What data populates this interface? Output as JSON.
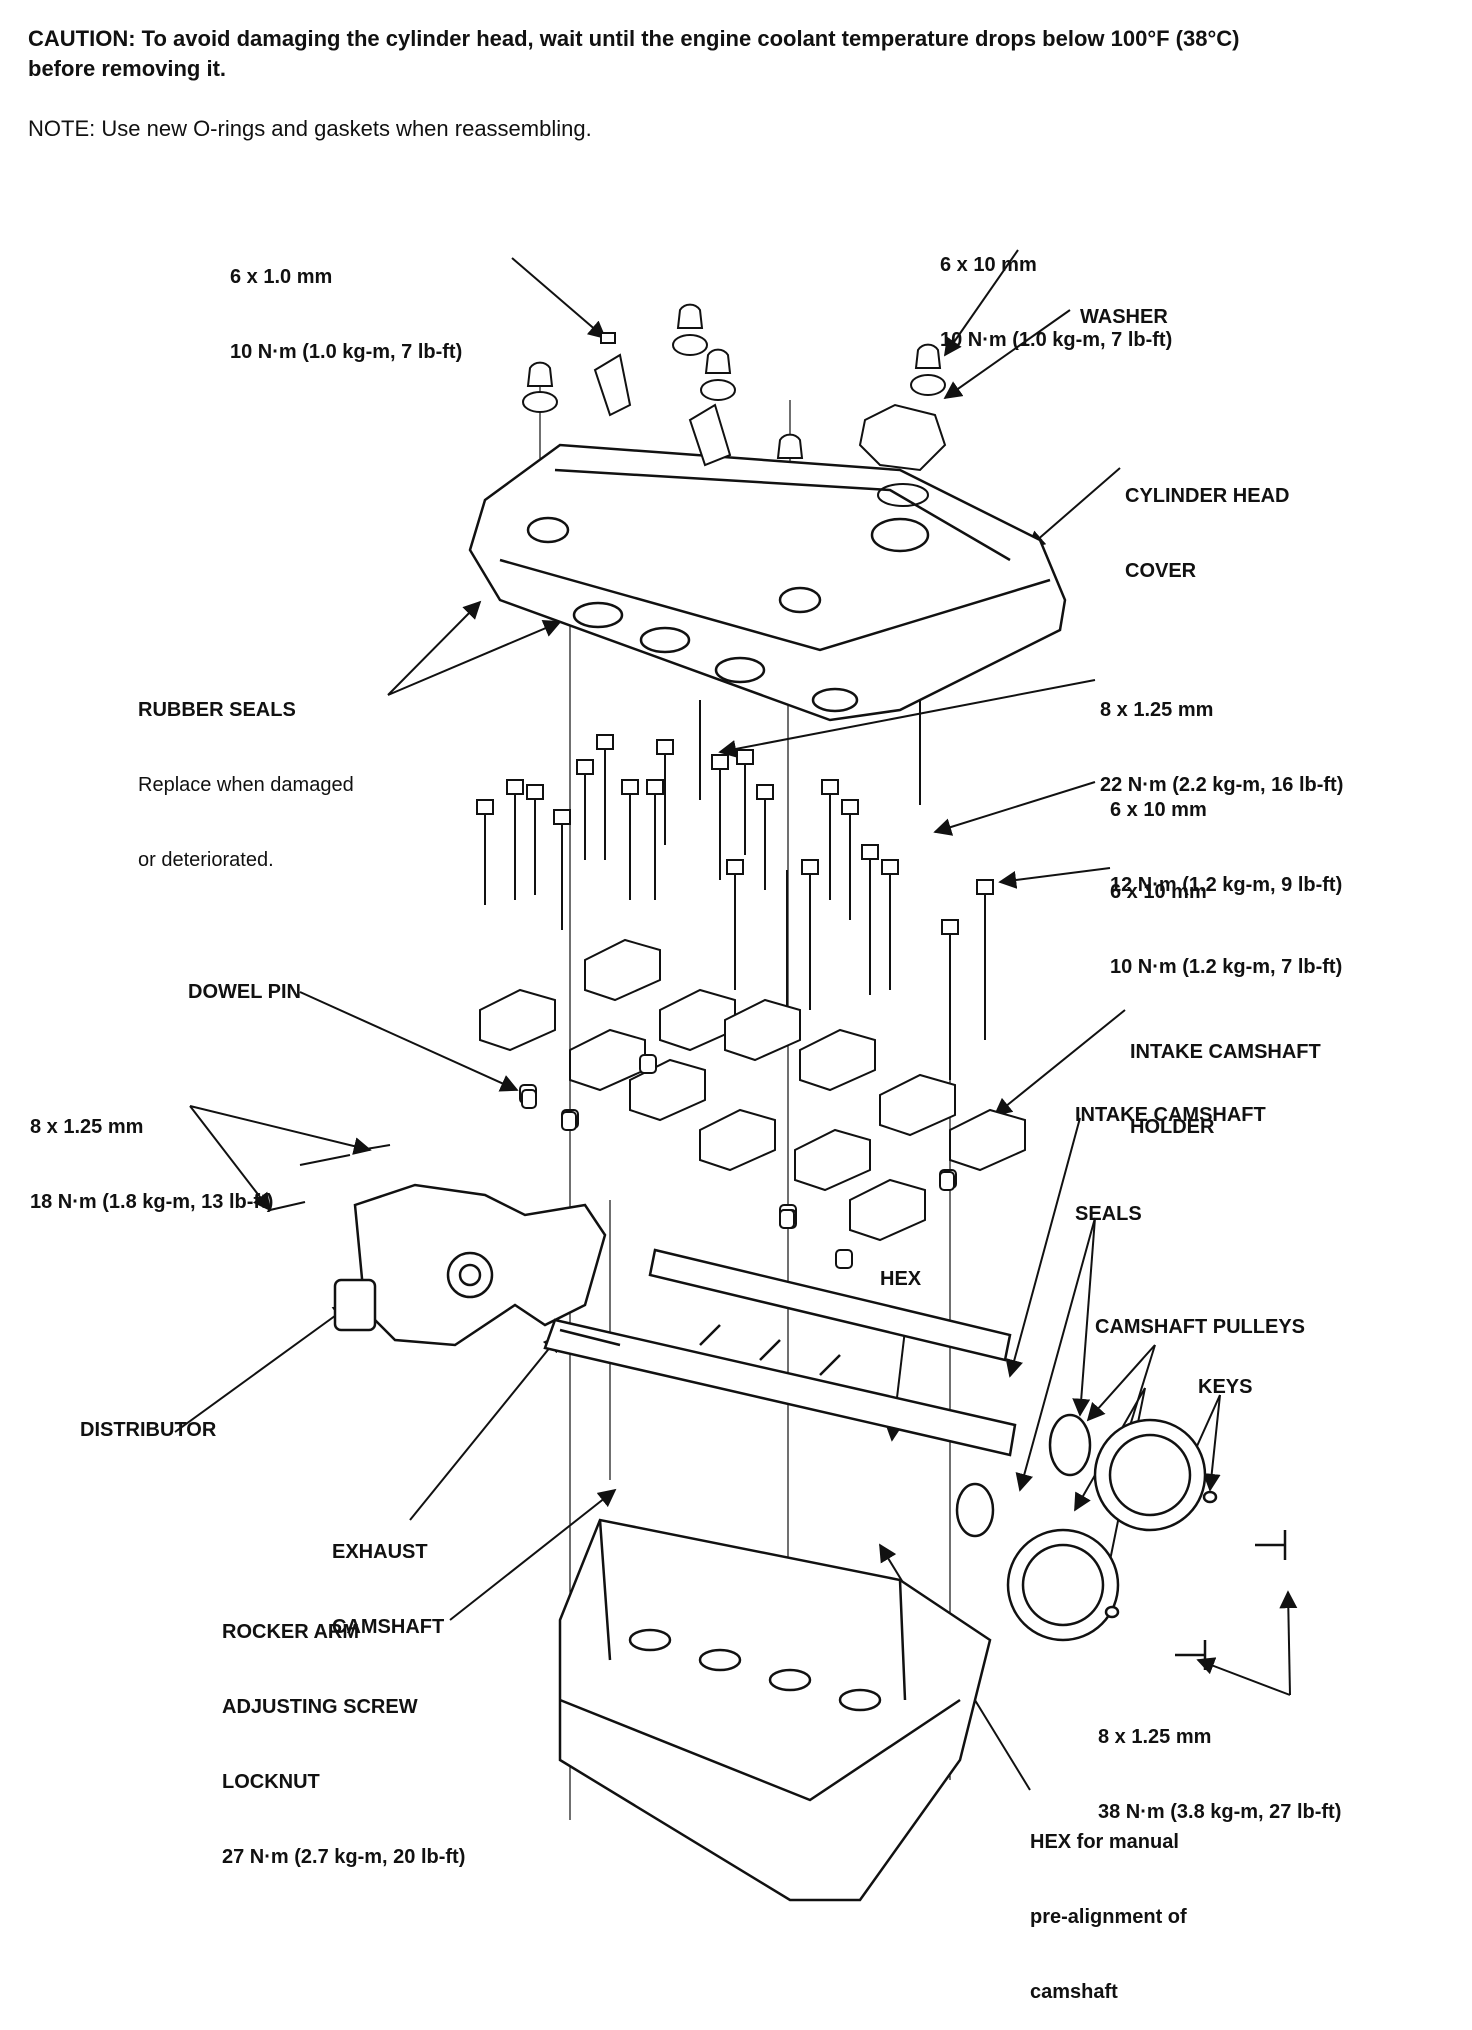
{
  "caution": {
    "prefix": "CAUTION:",
    "text_line1": "To avoid damaging the cylinder head, wait until the engine coolant temperature drops below 100°F (38°C)",
    "text_line2": "before removing it."
  },
  "note": {
    "prefix": "NOTE:",
    "text": "Use new O-rings and gaskets when reassembling."
  },
  "labels": {
    "bolt_6x1": {
      "size": "6 x 1.0 mm",
      "torque": "10 N·m (1.0 kg-m, 7 lb-ft)"
    },
    "bolt_6x10_top": {
      "size": "6 x 10 mm",
      "torque": "10 N·m (1.0 kg-m, 7 lb-ft)"
    },
    "washer": "WASHER",
    "cylinder_head_cover": {
      "line1": "CYLINDER HEAD",
      "line2": "COVER"
    },
    "rubber_seals": {
      "title": "RUBBER SEALS",
      "line1": "Replace when damaged",
      "line2": "or deteriorated."
    },
    "bolt_8x125_22": {
      "size": "8 x 1.25 mm",
      "torque": "22 N·m (2.2 kg-m, 16 lb-ft)"
    },
    "bolt_6x10_12": {
      "size": "6 x 10 mm",
      "torque": "12 N·m (1.2 kg-m, 9 lb-ft)"
    },
    "bolt_6x10_10": {
      "size": "6 x 10 mm",
      "torque": "10 N·m (1.2 kg-m, 7 lb-ft)"
    },
    "dowel_pin": "DOWEL PIN",
    "intake_camshaft_holder": {
      "line1": "INTAKE CAMSHAFT",
      "line2": "HOLDER"
    },
    "bolt_8x125_18": {
      "size": "8 x 1.25 mm",
      "torque": "18 N·m (1.8 kg-m, 13 lb-ft)"
    },
    "intake_camshaft": "INTAKE CAMSHAFT",
    "seals": "SEALS",
    "hex": "HEX",
    "camshaft_pulleys": "CAMSHAFT PULLEYS",
    "keys": "KEYS",
    "distributor": "DISTRIBUTOR",
    "exhaust_camshaft": {
      "line1": "EXHAUST",
      "line2": "CAMSHAFT"
    },
    "rocker_arm": {
      "line1": "ROCKER ARM",
      "line2": "ADJUSTING SCREW",
      "line3": "LOCKNUT",
      "torque": "27 N·m (2.7 kg-m, 20 lb-ft)"
    },
    "bolt_8x125_38": {
      "size": "8 x 1.25 mm",
      "torque": "38 N·m (3.8 kg-m, 27 lb-ft)"
    },
    "hex_manual": {
      "line1": "HEX for manual",
      "line2": "pre-alignment of",
      "line3": "camshaft"
    }
  }
}
